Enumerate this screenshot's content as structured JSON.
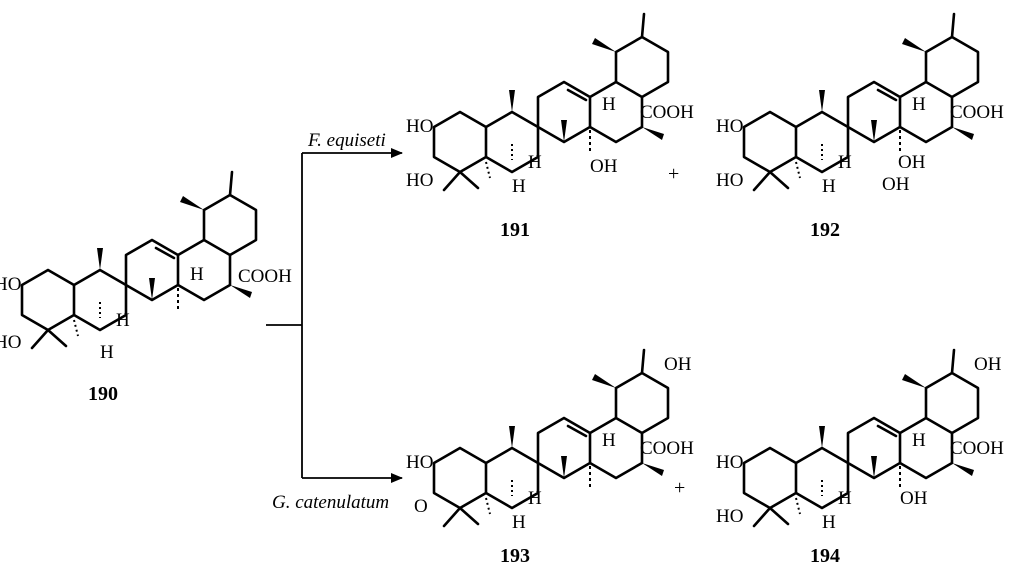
{
  "compounds": [
    {
      "id": "190",
      "atoms": {
        "ho_a": "HO",
        "ho_b": "HO",
        "h1": "H",
        "h2": "H",
        "h3": "H",
        "acid": "COOH",
        "oh_a": "",
        "oh_b": ""
      }
    },
    {
      "id": "191",
      "atoms": {
        "ho_a": "HO",
        "ho_b": "HO",
        "h1": "H",
        "h2": "H",
        "h3": "H",
        "acid": "COOH",
        "oh_a": "OH",
        "oh_b": ""
      }
    },
    {
      "id": "192",
      "atoms": {
        "ho_a": "HO",
        "ho_b": "HO",
        "h1": "H",
        "h2": "H",
        "h3": "H",
        "acid": "COOH",
        "oh_a": "OH",
        "oh_b": "OH"
      }
    },
    {
      "id": "193",
      "atoms": {
        "ho_a": "HO",
        "ho_b": "O",
        "h1": "H",
        "h2": "H",
        "h3": "H",
        "acid": "COOH",
        "oh_a": "OH",
        "oh_b": ""
      }
    },
    {
      "id": "194",
      "atoms": {
        "ho_a": "HO",
        "ho_b": "HO",
        "h1": "H",
        "h2": "H",
        "h3": "H",
        "acid": "COOH",
        "oh_a": "OH",
        "oh_b": "OH"
      }
    }
  ],
  "organisms": {
    "top": "F. equiseti",
    "bottom": "G. catenulatum"
  },
  "plus_sign": "+"
}
